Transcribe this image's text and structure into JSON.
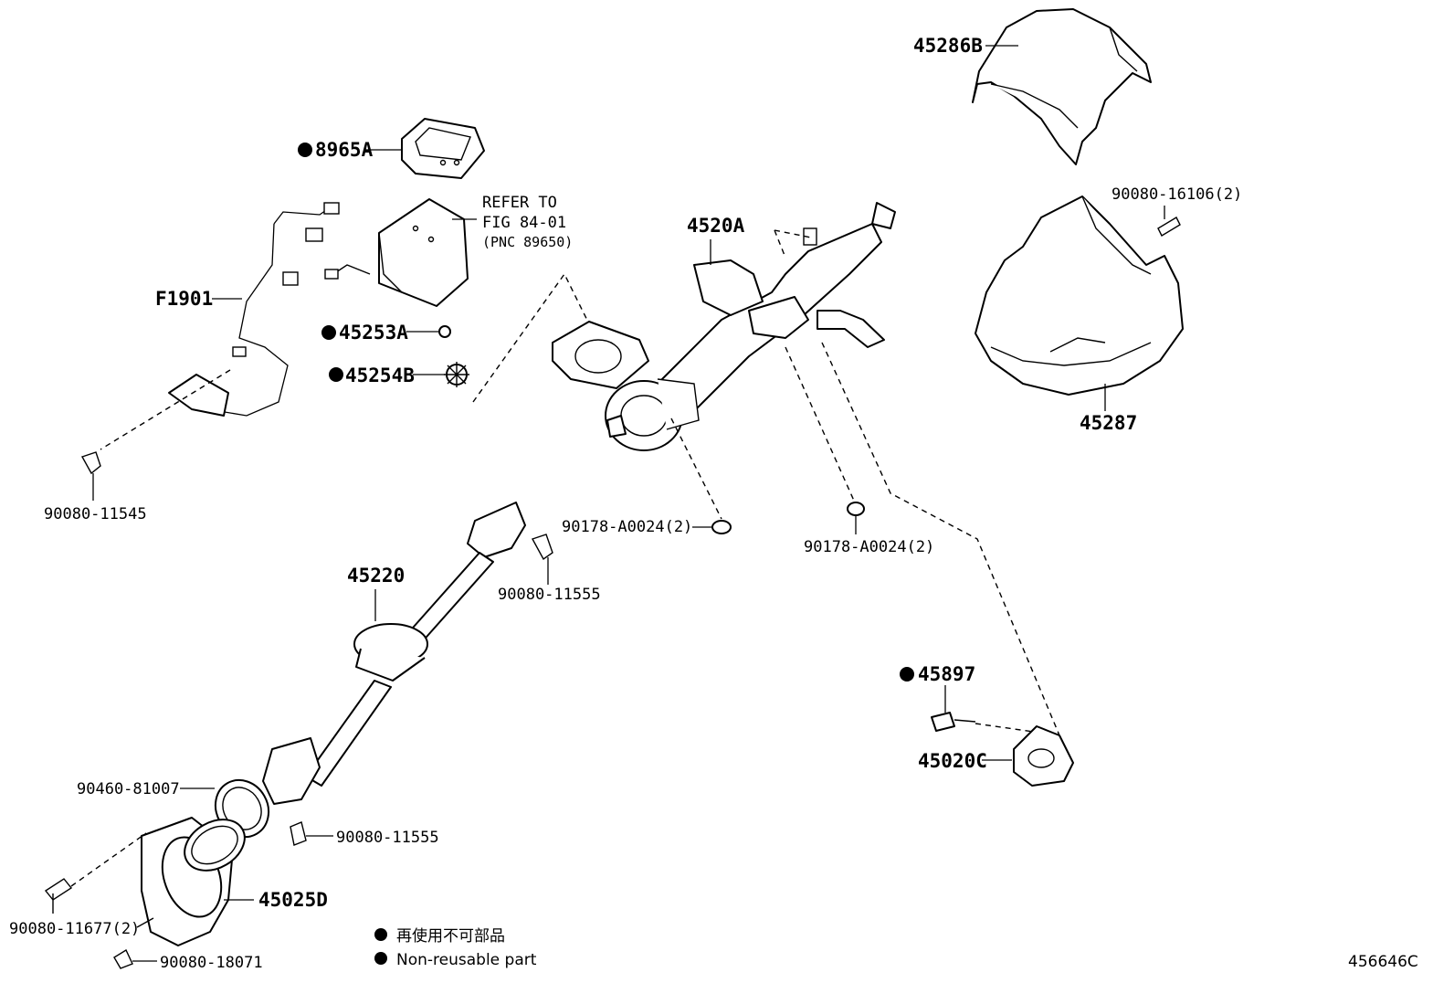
{
  "labels": {
    "p45286B": "45286B",
    "p8965A": "8965A",
    "refer1": "REFER TO",
    "refer2": "FIG 84-01",
    "refer3": "(PNC 89650)",
    "pF1901": "F1901",
    "p45253A": "45253A",
    "p45254B": "45254B",
    "p4520A": "4520A",
    "p90080_16106": "90080-16106(2)",
    "p45287": "45287",
    "p90080_11545": "90080-11545",
    "p90178_a": "90178-A0024(2)",
    "p90178_b": "90178-A0024(2)",
    "p45220": "45220",
    "p90080_11555_a": "90080-11555",
    "p45897": "45897",
    "p45020C": "45020C",
    "p90460_81007": "90460-81007",
    "p90080_11555_b": "90080-11555",
    "p45025D": "45025D",
    "p90080_11677": "90080-11677(2)",
    "p90080_18071": "90080-18071",
    "figure_id": "456646C"
  },
  "legend": {
    "line1": "再使用不可部品",
    "line2": "Non-reusable part"
  },
  "colors": {
    "ink": "#000000",
    "paper": "#ffffff"
  }
}
